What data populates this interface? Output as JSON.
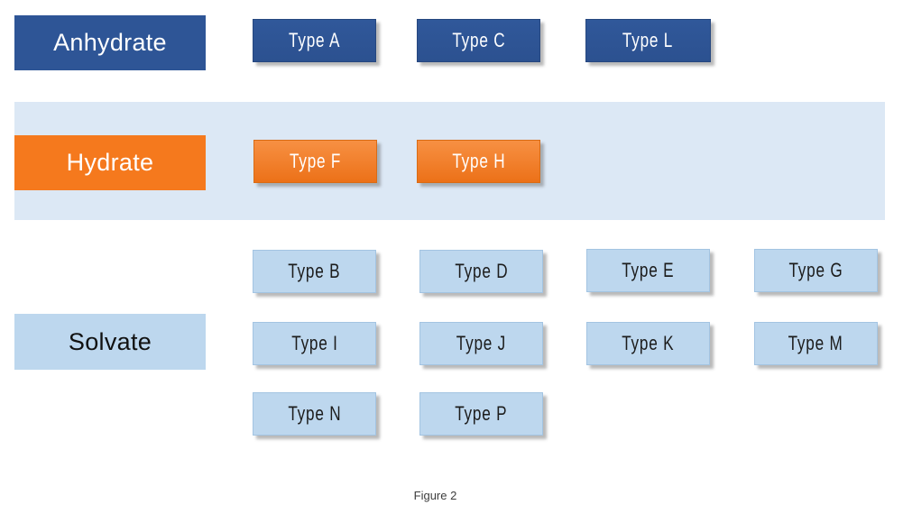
{
  "page": {
    "caption": "Figure 2",
    "background": "#ffffff"
  },
  "colors": {
    "dark_blue": "#2e5596",
    "orange": "#f5791d",
    "light_blue_box": "#bdd7ee",
    "hydrate_band": "#dce8f5",
    "white_text": "#ffffff",
    "dark_text": "#1c1c1c"
  },
  "groups": [
    {
      "name": "Anhydrate",
      "style": "dark-blue",
      "types": [
        "Type A",
        "Type C",
        "Type L"
      ]
    },
    {
      "name": "Hydrate",
      "style": "orange",
      "types": [
        "Type F",
        "Type H"
      ]
    },
    {
      "name": "Solvate",
      "style": "light-blue",
      "types": [
        "Type B",
        "Type D",
        "Type E",
        "Type G",
        "Type I",
        "Type J",
        "Type K",
        "Type M",
        "Type N",
        "Type P"
      ]
    }
  ]
}
